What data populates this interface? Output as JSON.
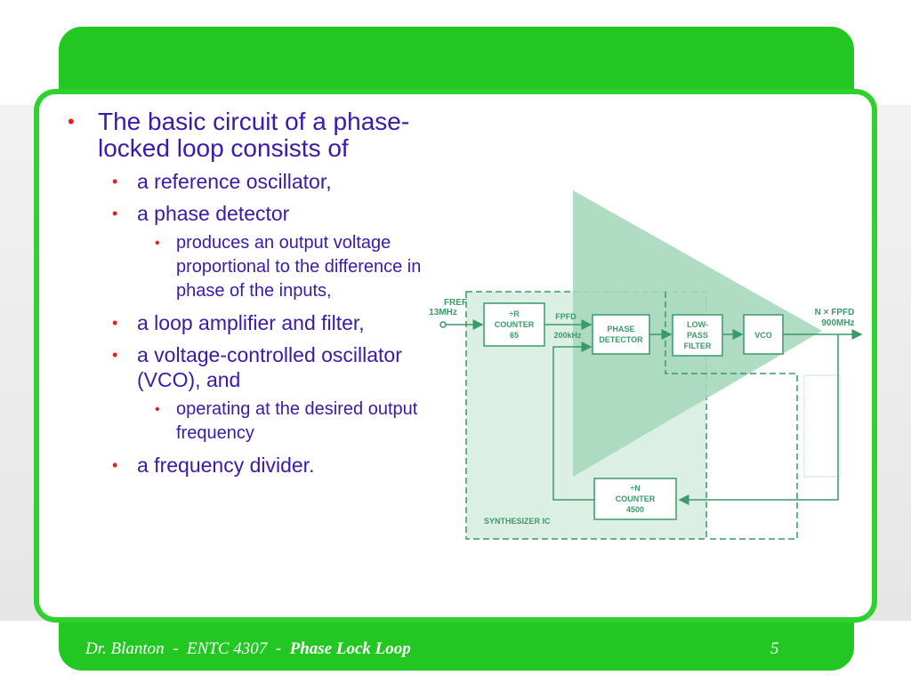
{
  "bullets": {
    "main": "The basic circuit of a phase-locked loop consists of",
    "items": [
      {
        "text": "a reference oscillator,"
      },
      {
        "text": "a phase detector",
        "sub": "produces an output voltage proportional to the difference in phase of the inputs,"
      },
      {
        "text": "a loop amplifier and filter,"
      },
      {
        "text": "a voltage-controlled oscillator (VCO), and",
        "sub": "operating at the desired output frequency"
      },
      {
        "text": "a frequency divider."
      }
    ]
  },
  "diagram": {
    "fref_label": "FREF",
    "fref_freq": "13MHz",
    "r_counter": [
      "÷R",
      "COUNTER",
      "65"
    ],
    "fpfd_label": "FPFD",
    "fpfd_freq": "200kHz",
    "phase_detector": [
      "PHASE",
      "DETECTOR"
    ],
    "low_pass": [
      "LOW-",
      "PASS",
      "FILTER"
    ],
    "vco": "VCO",
    "out_label": "N × FPFD",
    "out_freq": "900MHz",
    "n_counter": [
      "÷N",
      "COUNTER",
      "4500"
    ],
    "synth_label": "SYNTHESIZER IC"
  },
  "footer": {
    "author": "Dr. Blanton  -  ENTC 4307  -  ",
    "title": "Phase Lock Loop",
    "page": "5"
  },
  "colors": {
    "frame_green": "#2fd12f",
    "text_purple": "#3a1aa8",
    "bullet_red": "#e81c1c",
    "diagram_green": "#3a9a6a"
  }
}
